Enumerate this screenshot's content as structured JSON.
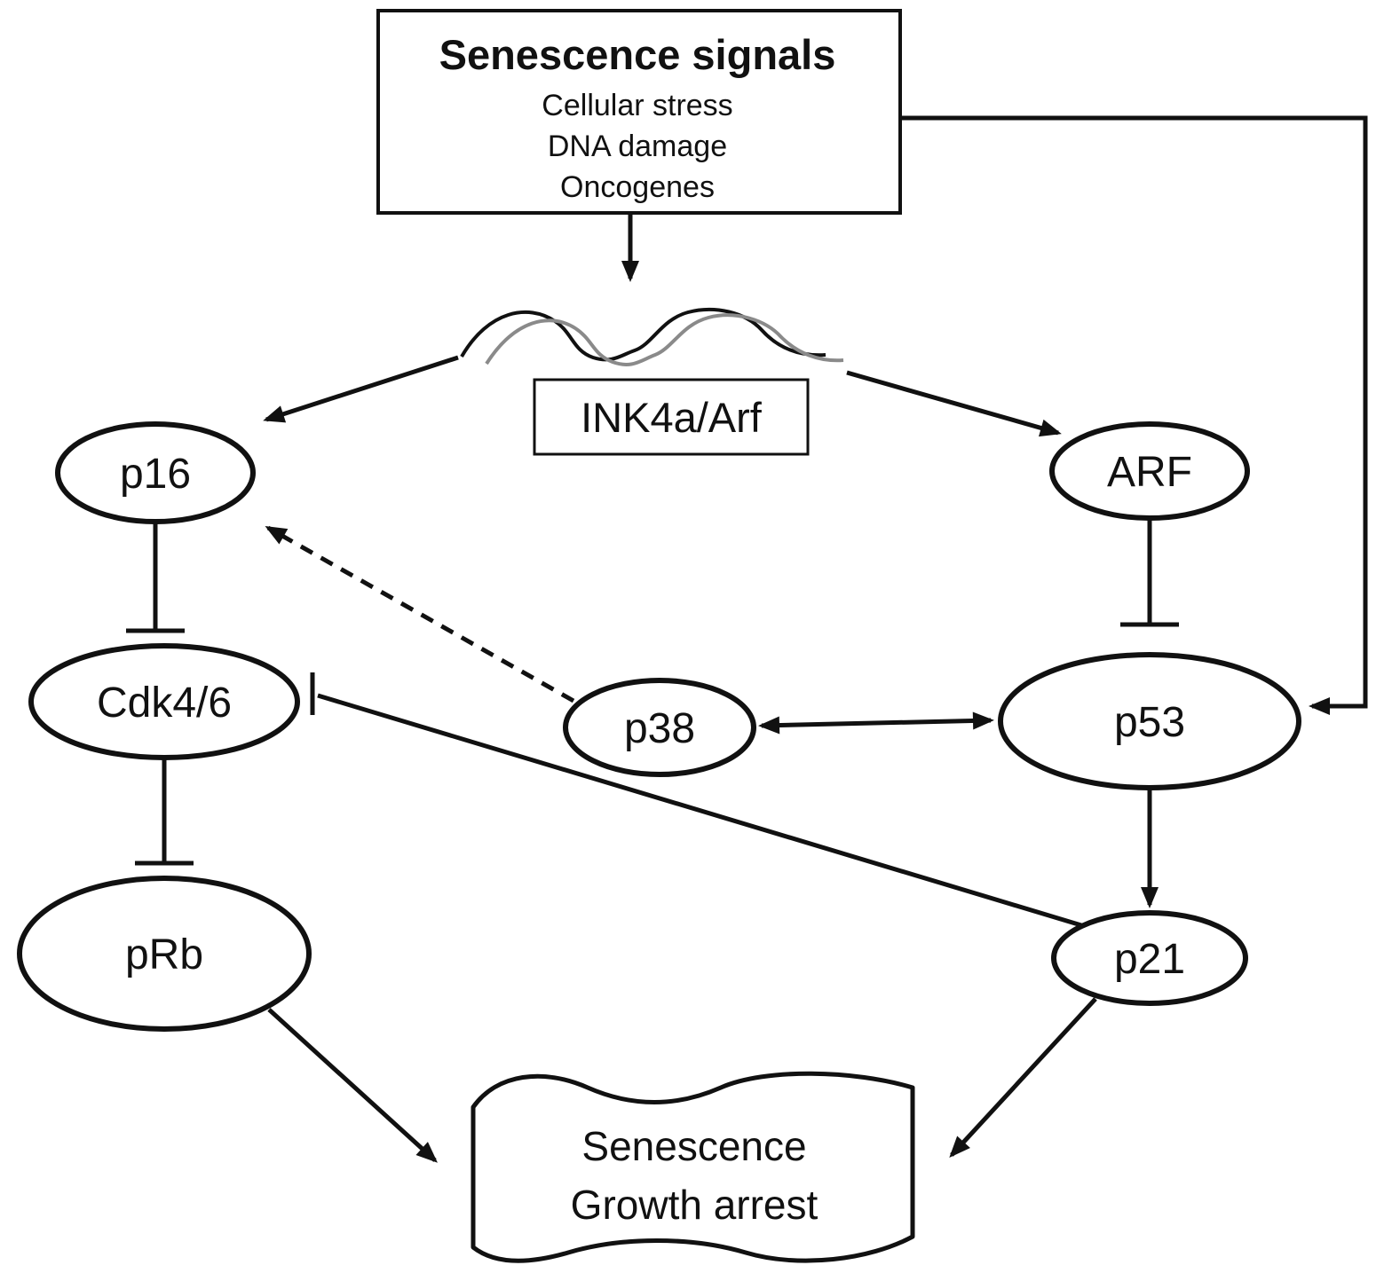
{
  "diagram": {
    "title_box": {
      "title": "Senescence signals",
      "lines": [
        "Cellular stress",
        "DNA damage",
        "Oncogenes"
      ]
    },
    "gene_label": "INK4a/Arf",
    "nodes": {
      "p16": "p16",
      "arf": "ARF",
      "cdk46": "Cdk4/6",
      "p38": "p38",
      "p53": "p53",
      "prb": "pRb",
      "p21": "p21"
    },
    "outcome_box": {
      "lines": [
        "Senescence",
        "Growth arrest"
      ]
    },
    "edges": [
      {
        "from": "senescence-signals",
        "to": "INK4a/Arf-locus",
        "type": "arrow"
      },
      {
        "from": "senescence-signals",
        "to": "p53",
        "type": "arrow-elbow"
      },
      {
        "from": "INK4a/Arf-locus",
        "to": "p16",
        "type": "arrow"
      },
      {
        "from": "INK4a/Arf-locus",
        "to": "ARF",
        "type": "arrow"
      },
      {
        "from": "p16",
        "to": "Cdk4/6",
        "type": "inhibition"
      },
      {
        "from": "ARF",
        "to": "p53",
        "type": "inhibition"
      },
      {
        "from": "p38",
        "to": "p16",
        "type": "dashed-arrow"
      },
      {
        "from": "p38",
        "to": "p53",
        "type": "double-arrow"
      },
      {
        "from": "p53",
        "to": "p21",
        "type": "arrow"
      },
      {
        "from": "p21",
        "to": "Cdk4/6",
        "type": "inhibition"
      },
      {
        "from": "Cdk4/6",
        "to": "pRb",
        "type": "inhibition"
      },
      {
        "from": "pRb",
        "to": "senescence-growth-arrest",
        "type": "arrow"
      },
      {
        "from": "p21",
        "to": "senescence-growth-arrest",
        "type": "arrow"
      }
    ],
    "colors": {
      "stroke": "#111111",
      "squiggle-alt": "#8a8a8a",
      "background": "#ffffff"
    }
  }
}
